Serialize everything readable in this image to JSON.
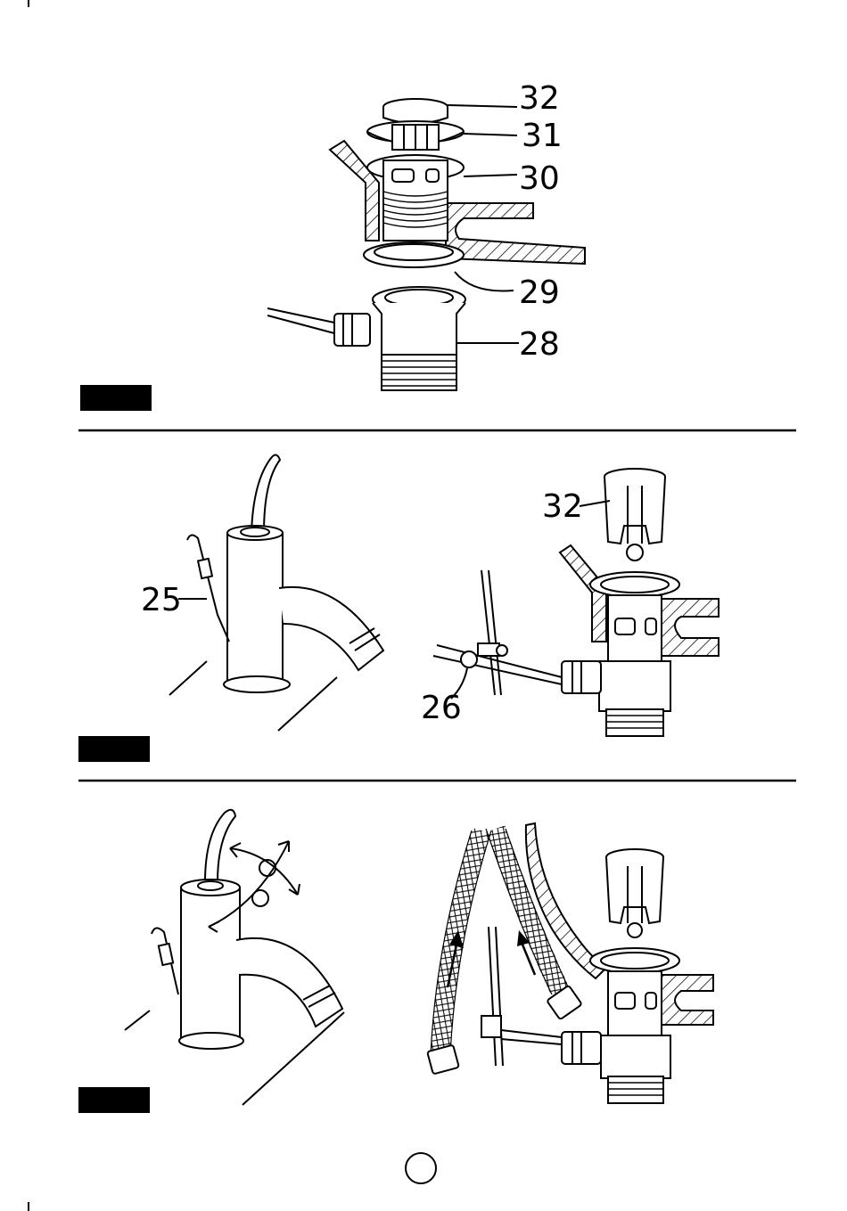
{
  "labels": {
    "l32a": "32",
    "l31": "31",
    "l30": "30",
    "l29": "29",
    "l28": "28",
    "l25": "25",
    "l32b": "32",
    "l26": "26"
  },
  "colors": {
    "ink": "#000000",
    "paper": "#ffffff"
  },
  "icons": {
    "step_bars": "solid-black-step-bar",
    "page_marker": "empty-circle"
  }
}
